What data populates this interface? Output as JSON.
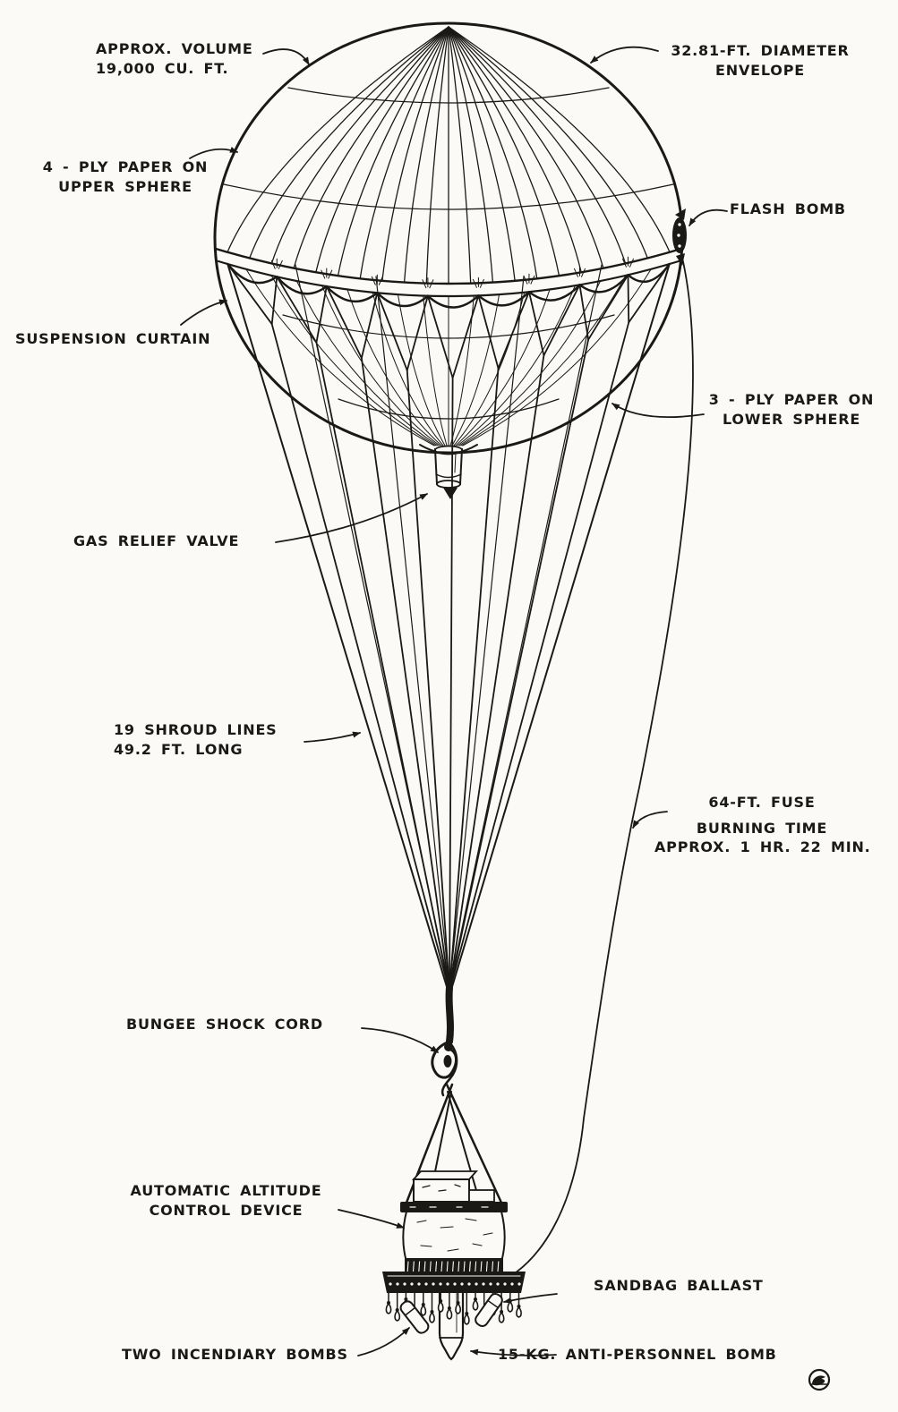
{
  "figure": {
    "ink_color": "#1b1916",
    "paper_color": "#fbfaf6",
    "subject": "balloon-bomb-diagram"
  },
  "labels": {
    "approx_volume": {
      "lines": [
        "APPROX. VOLUME",
        "19,000 CU. FT."
      ]
    },
    "envelope": {
      "lines": [
        "32.81-FT. DIAMETER",
        "ENVELOPE"
      ]
    },
    "paper_upper": {
      "lines": [
        "4 - PLY PAPER ON",
        "UPPER SPHERE"
      ]
    },
    "flash_bomb": {
      "lines": [
        "FLASH BOMB"
      ]
    },
    "suspension_curtain": {
      "lines": [
        "SUSPENSION CURTAIN"
      ]
    },
    "paper_lower": {
      "lines": [
        "3 - PLY PAPER ON",
        "LOWER SPHERE"
      ]
    },
    "gas_relief_valve": {
      "lines": [
        "GAS RELIEF VALVE"
      ]
    },
    "shroud_lines": {
      "lines": [
        "19 SHROUD LINES",
        "49.2 FT. LONG"
      ]
    },
    "fuse": {
      "lines": [
        "64-FT. FUSE",
        "BURNING TIME",
        "APPROX. 1 HR. 22 MIN."
      ]
    },
    "bungee": {
      "lines": [
        "BUNGEE SHOCK CORD"
      ]
    },
    "altitude_device": {
      "lines": [
        "AUTOMATIC ALTITUDE",
        "CONTROL DEVICE"
      ]
    },
    "sandbag": {
      "lines": [
        "SANDBAG BALLAST"
      ]
    },
    "incendiary": {
      "lines": [
        "TWO INCENDIARY BOMBS"
      ]
    },
    "ap_bomb": {
      "lines": [
        "15-KG. ANTI-PERSONNEL BOMB"
      ]
    }
  }
}
